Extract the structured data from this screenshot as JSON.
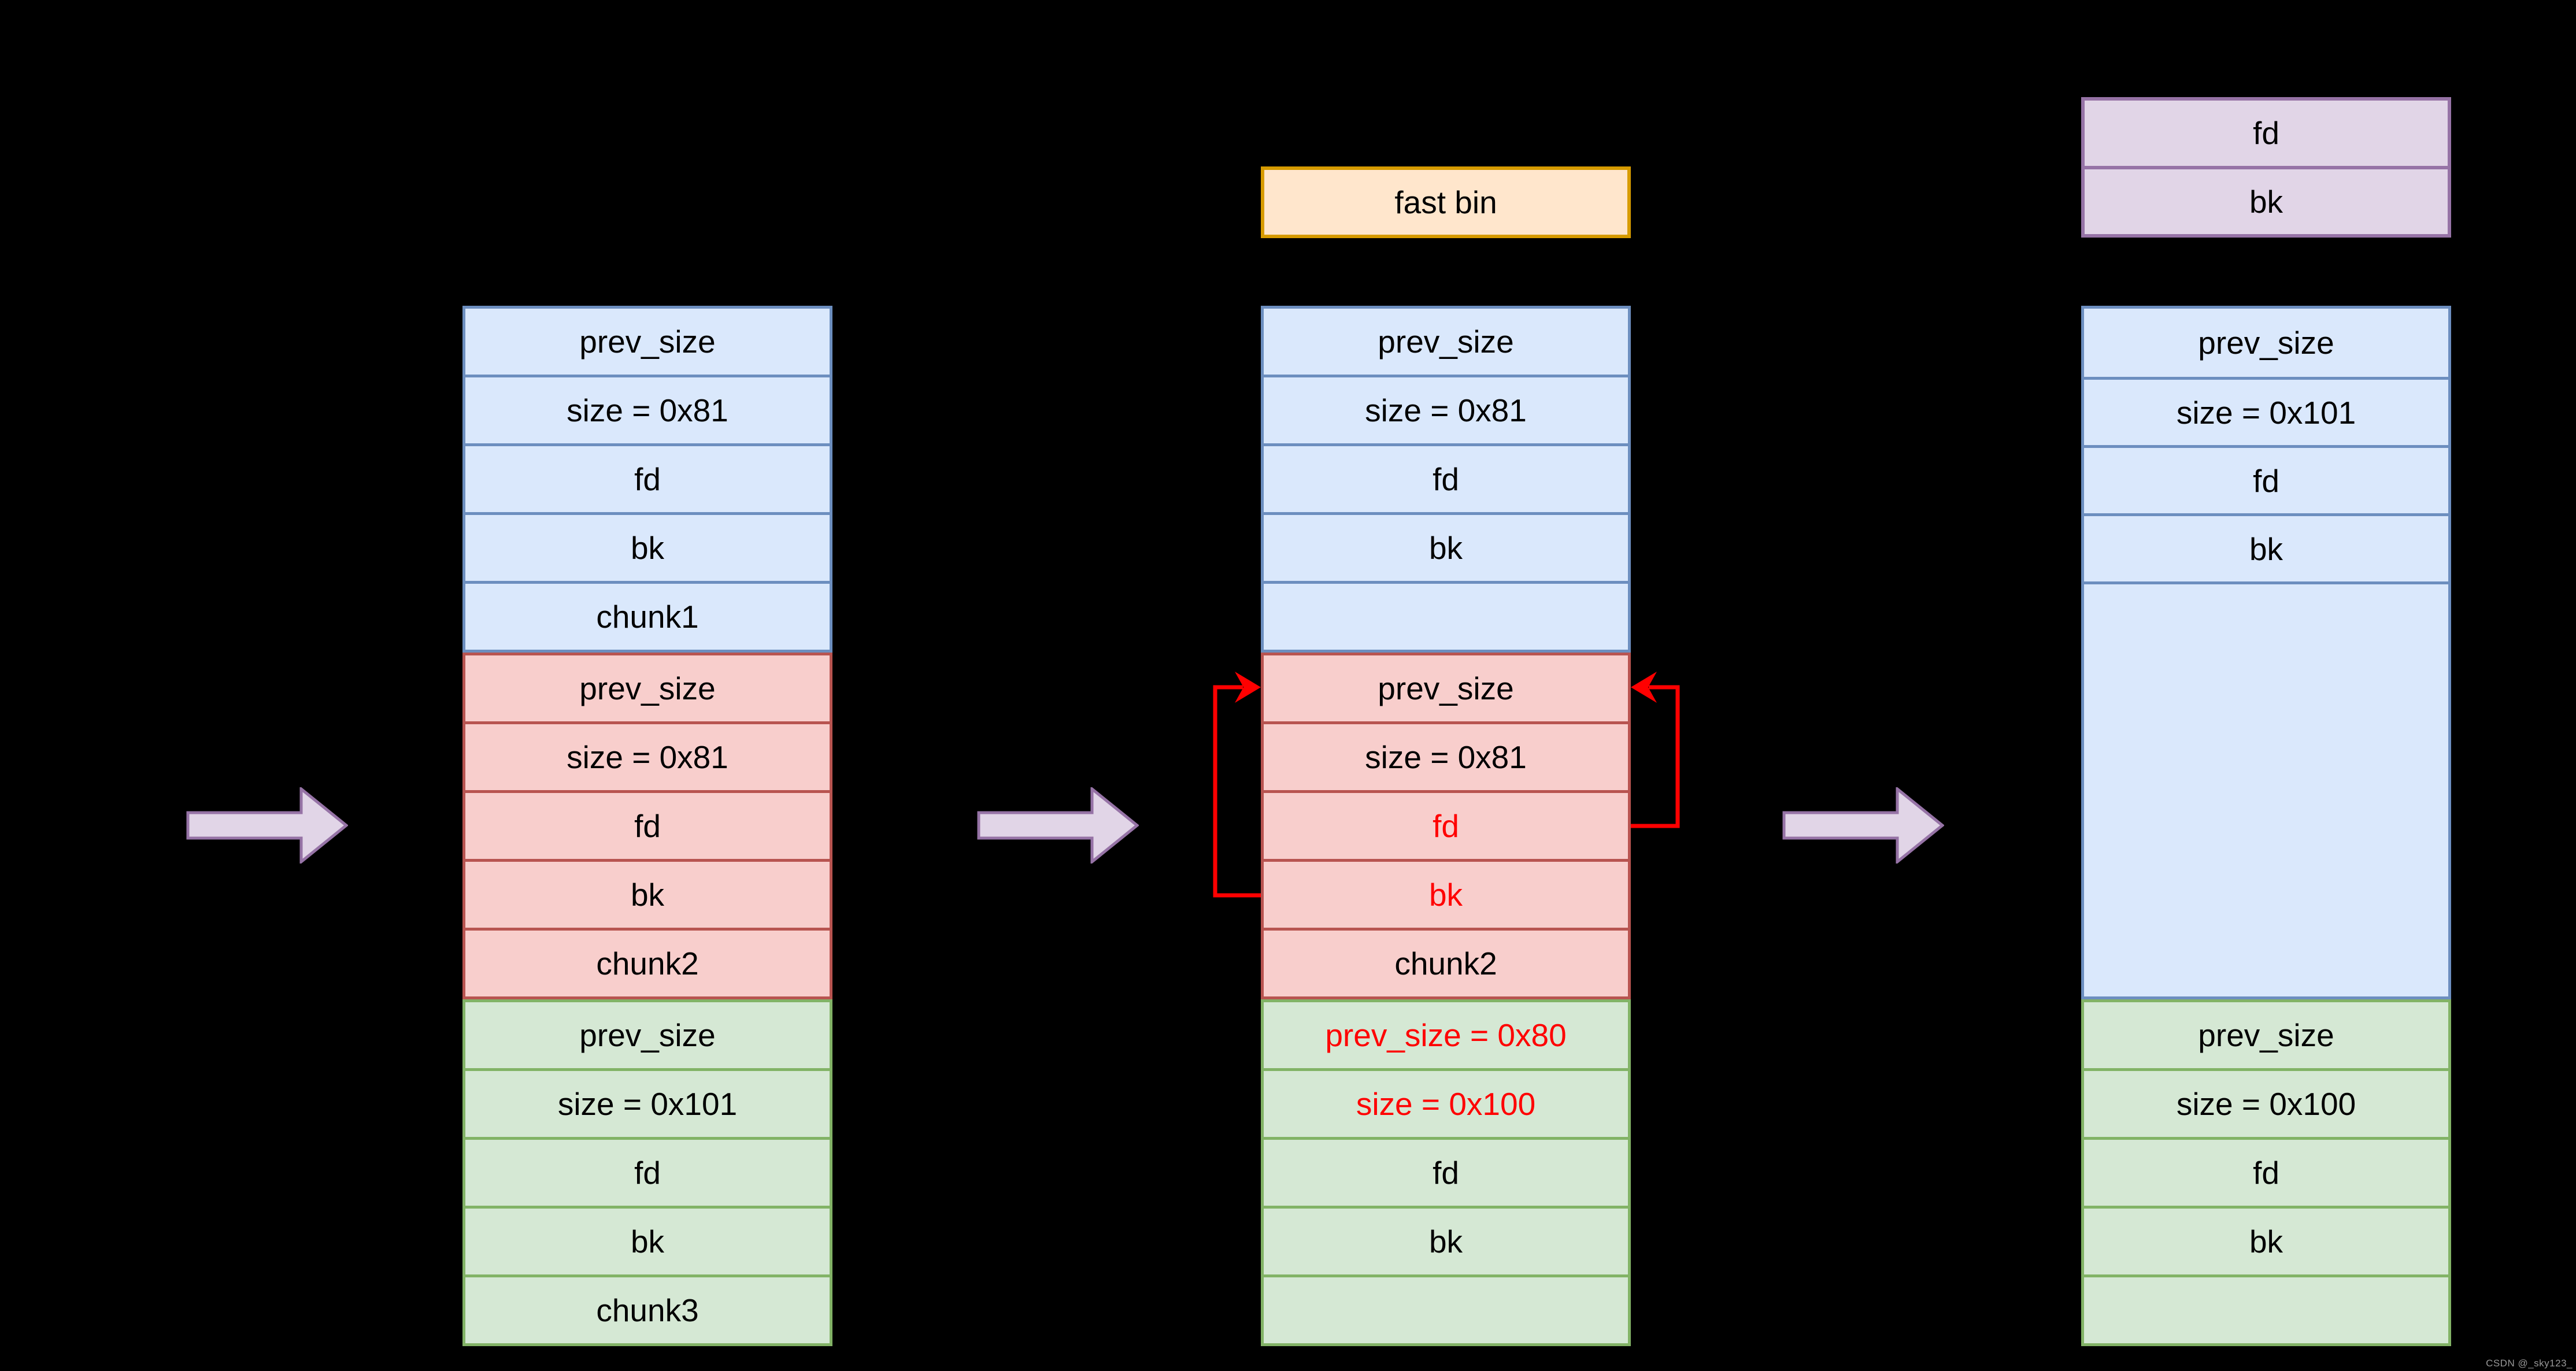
{
  "palette": {
    "background": "#000000",
    "blue_fill": "#DAE8FC",
    "blue_stroke": "#6C8EBF",
    "red_fill": "#F8CECC",
    "red_stroke": "#B85450",
    "green_fill": "#D5E8D4",
    "green_stroke": "#82B366",
    "orange_fill": "#FFE6CC",
    "orange_stroke": "#D79B00",
    "purple_fill": "#E1D5E7",
    "purple_stroke": "#9673A6",
    "highlight_red": "#FF0000"
  },
  "fast_bin": {
    "label": "fast bin"
  },
  "bin_head": {
    "rows": [
      "fd",
      "bk"
    ]
  },
  "stage1": {
    "chunk1": {
      "rows": [
        "prev_size",
        "size = 0x81",
        "fd",
        "bk",
        "chunk1"
      ]
    },
    "chunk2": {
      "rows": [
        "prev_size",
        "size = 0x81",
        "fd",
        "bk",
        "chunk2"
      ]
    },
    "chunk3": {
      "rows": [
        "prev_size",
        "size = 0x101",
        "fd",
        "bk",
        "chunk3"
      ]
    }
  },
  "stage2": {
    "chunk1": {
      "rows": [
        "prev_size",
        "size = 0x81",
        "fd",
        "bk",
        ""
      ]
    },
    "chunk2": {
      "rows": [
        "prev_size",
        "size = 0x81",
        "fd",
        "bk",
        "chunk2"
      ]
    },
    "chunk3": {
      "rows": [
        "prev_size = 0x80",
        "size = 0x100",
        "fd",
        "bk",
        ""
      ]
    }
  },
  "stage3": {
    "merged_chunk": {
      "rows": [
        "prev_size",
        "size = 0x101",
        "fd",
        "bk",
        ""
      ]
    },
    "chunk3": {
      "rows": [
        "prev_size",
        "size = 0x100",
        "fd",
        "bk",
        ""
      ]
    }
  },
  "watermark": "CSDN @_sky123_"
}
